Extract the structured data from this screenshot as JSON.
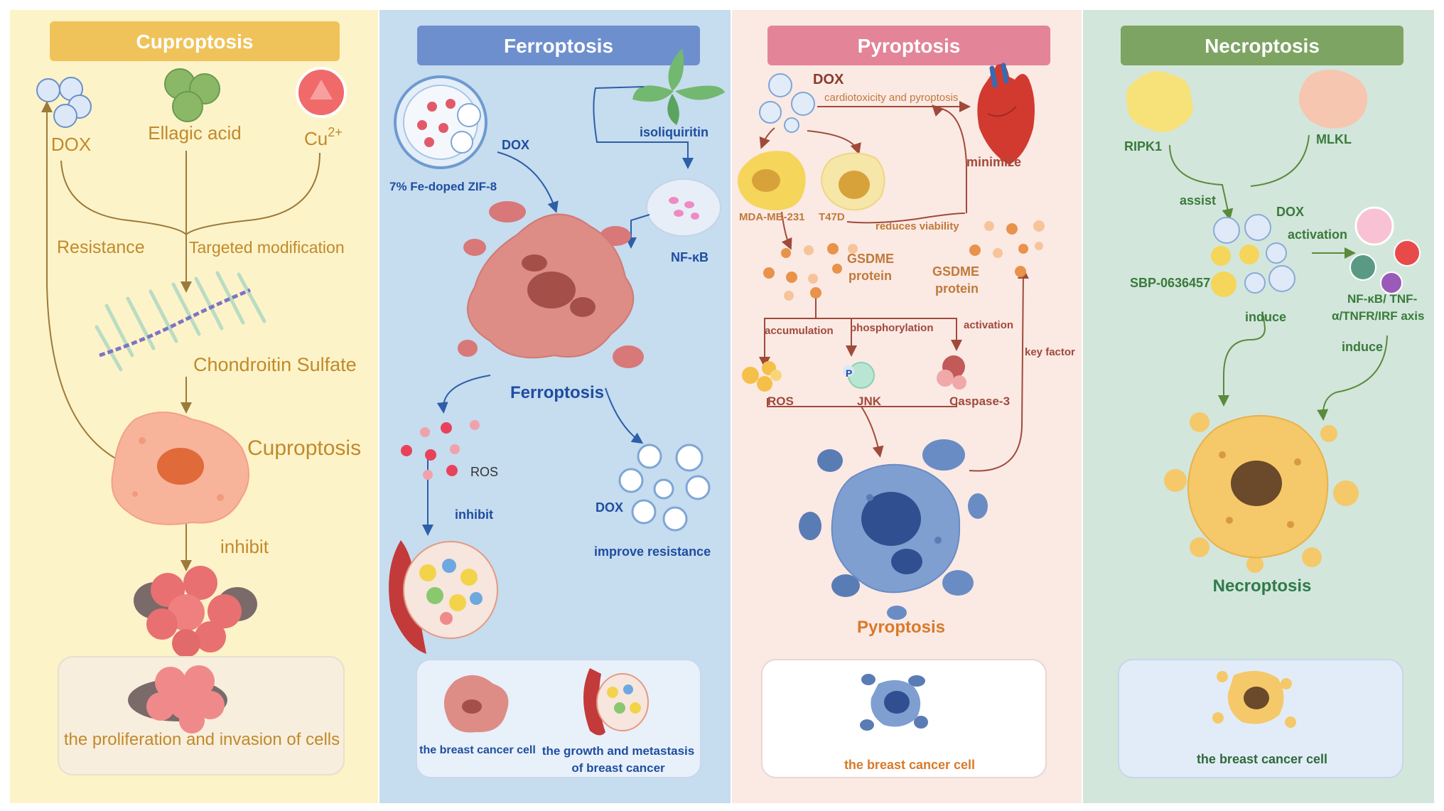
{
  "panels": {
    "cuproptosis": {
      "title": "Cuproptosis",
      "dox": "DOX",
      "ellagic_acid": "Ellagic acid",
      "cu_base": "Cu",
      "cu_sup": "2+",
      "resistance": "Resistance",
      "targeted_modification": "Targeted modification",
      "chondroitin_sulfate": "Chondroitin Sulfate",
      "cell_label": "Cuproptosis",
      "inhibit": "inhibit",
      "result": "the proliferation and invasion of cells"
    },
    "ferroptosis": {
      "title": "Ferroptosis",
      "dox": "DOX",
      "zif8": "7% Fe-doped ZIF-8",
      "isoliquiritin": "isoliquiritin",
      "nfkb": "NF-κB",
      "cell_label": "Ferroptosis",
      "ros": "ROS",
      "inhibit": "inhibit",
      "dox2": "DOX",
      "improve_resistance": "improve resistance",
      "result_cell": "the breast cancer cell",
      "result_growth_1": "the growth and metastasis",
      "result_growth_2": "of breast cancer"
    },
    "pyroptosis": {
      "title": "Pyroptosis",
      "dox": "DOX",
      "cardiotoxicity": "cardiotoxicity and pyroptosis",
      "minimize": "minimize",
      "mda": "MDA-MB-231",
      "t47d": "T47D",
      "reduces_viability": "reduces viability",
      "gsdme_left_1": "GSDME",
      "gsdme_left_2": "protein",
      "gsdme_right_1": "GSDME",
      "gsdme_right_2": "protein",
      "accumulation": "accumulation",
      "phosphorylation": "phosphorylation",
      "activation": "activation",
      "key_factor": "key factor",
      "p_badge": "P",
      "ros": "ROS",
      "jnk": "JNK",
      "caspase3": "Caspase-3",
      "cell_label": "Pyroptosis",
      "result": "the breast cancer cell"
    },
    "necroptosis": {
      "title": "Necroptosis",
      "ripk1": "RIPK1",
      "mlkl": "MLKL",
      "assist": "assist",
      "dox": "DOX",
      "activation": "activation",
      "sbp": "SBP-0636457",
      "axis_1": "NF-κB/ TNF-",
      "axis_2": "α/TNFR/IRF axis",
      "induce_left": "induce",
      "induce_right": "induce",
      "cell_label": "Necroptosis",
      "result": "the breast cancer cell"
    }
  },
  "colors": {
    "cuproptosis_bg": "#fdf3c9",
    "cuproptosis_header": "#f0c35a",
    "ferroptosis_bg": "#c6dcef",
    "ferroptosis_header": "#6e8fce",
    "pyroptosis_bg": "#fbe9e4",
    "pyroptosis_header": "#e38498",
    "necroptosis_bg": "#d2e6dc",
    "necroptosis_header": "#7da463"
  }
}
